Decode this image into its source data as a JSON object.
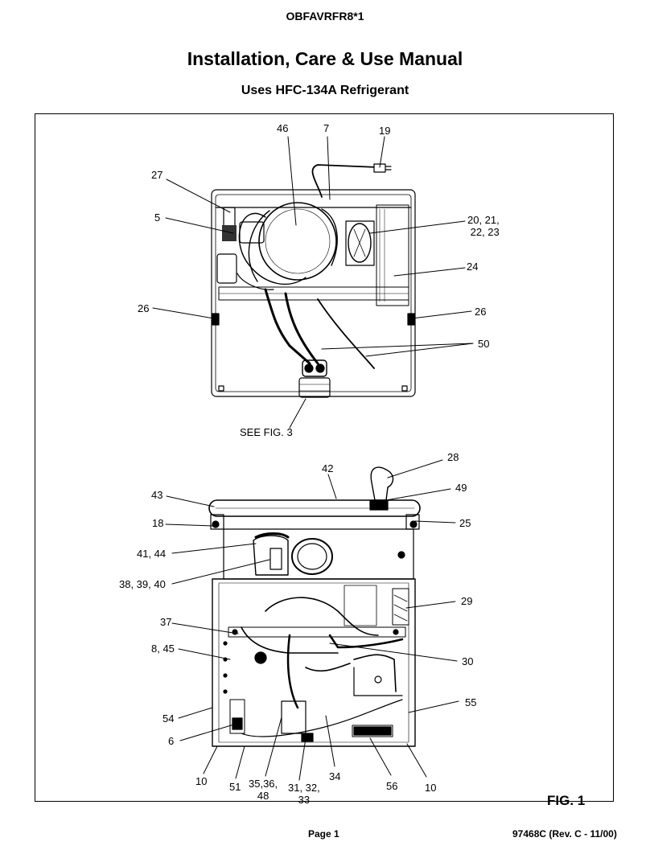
{
  "header": {
    "model": "OBFAVRFR8*1",
    "title": "Installation, Care & Use Manual",
    "subtitle": "Uses HFC-134A Refrigerant"
  },
  "top_view_callouts": [
    "46",
    "7",
    "19",
    "27",
    "5",
    "20, 21,\n22, 23",
    "24",
    "26",
    "26",
    "50",
    "SEE FIG. 3"
  ],
  "front_view_callouts": [
    "42",
    "28",
    "43",
    "49",
    "18",
    "25",
    "41, 44",
    "38, 39, 40",
    "29",
    "37",
    "8, 45",
    "30",
    "55",
    "54",
    "6",
    "10",
    "51",
    "35,36,\n48",
    "31, 32,\n33",
    "34",
    "56",
    "10"
  ],
  "figure_label": "FIG. 1",
  "footer": {
    "page": "Page 1",
    "doc_number": "97468C (Rev. C - 11/00)"
  }
}
